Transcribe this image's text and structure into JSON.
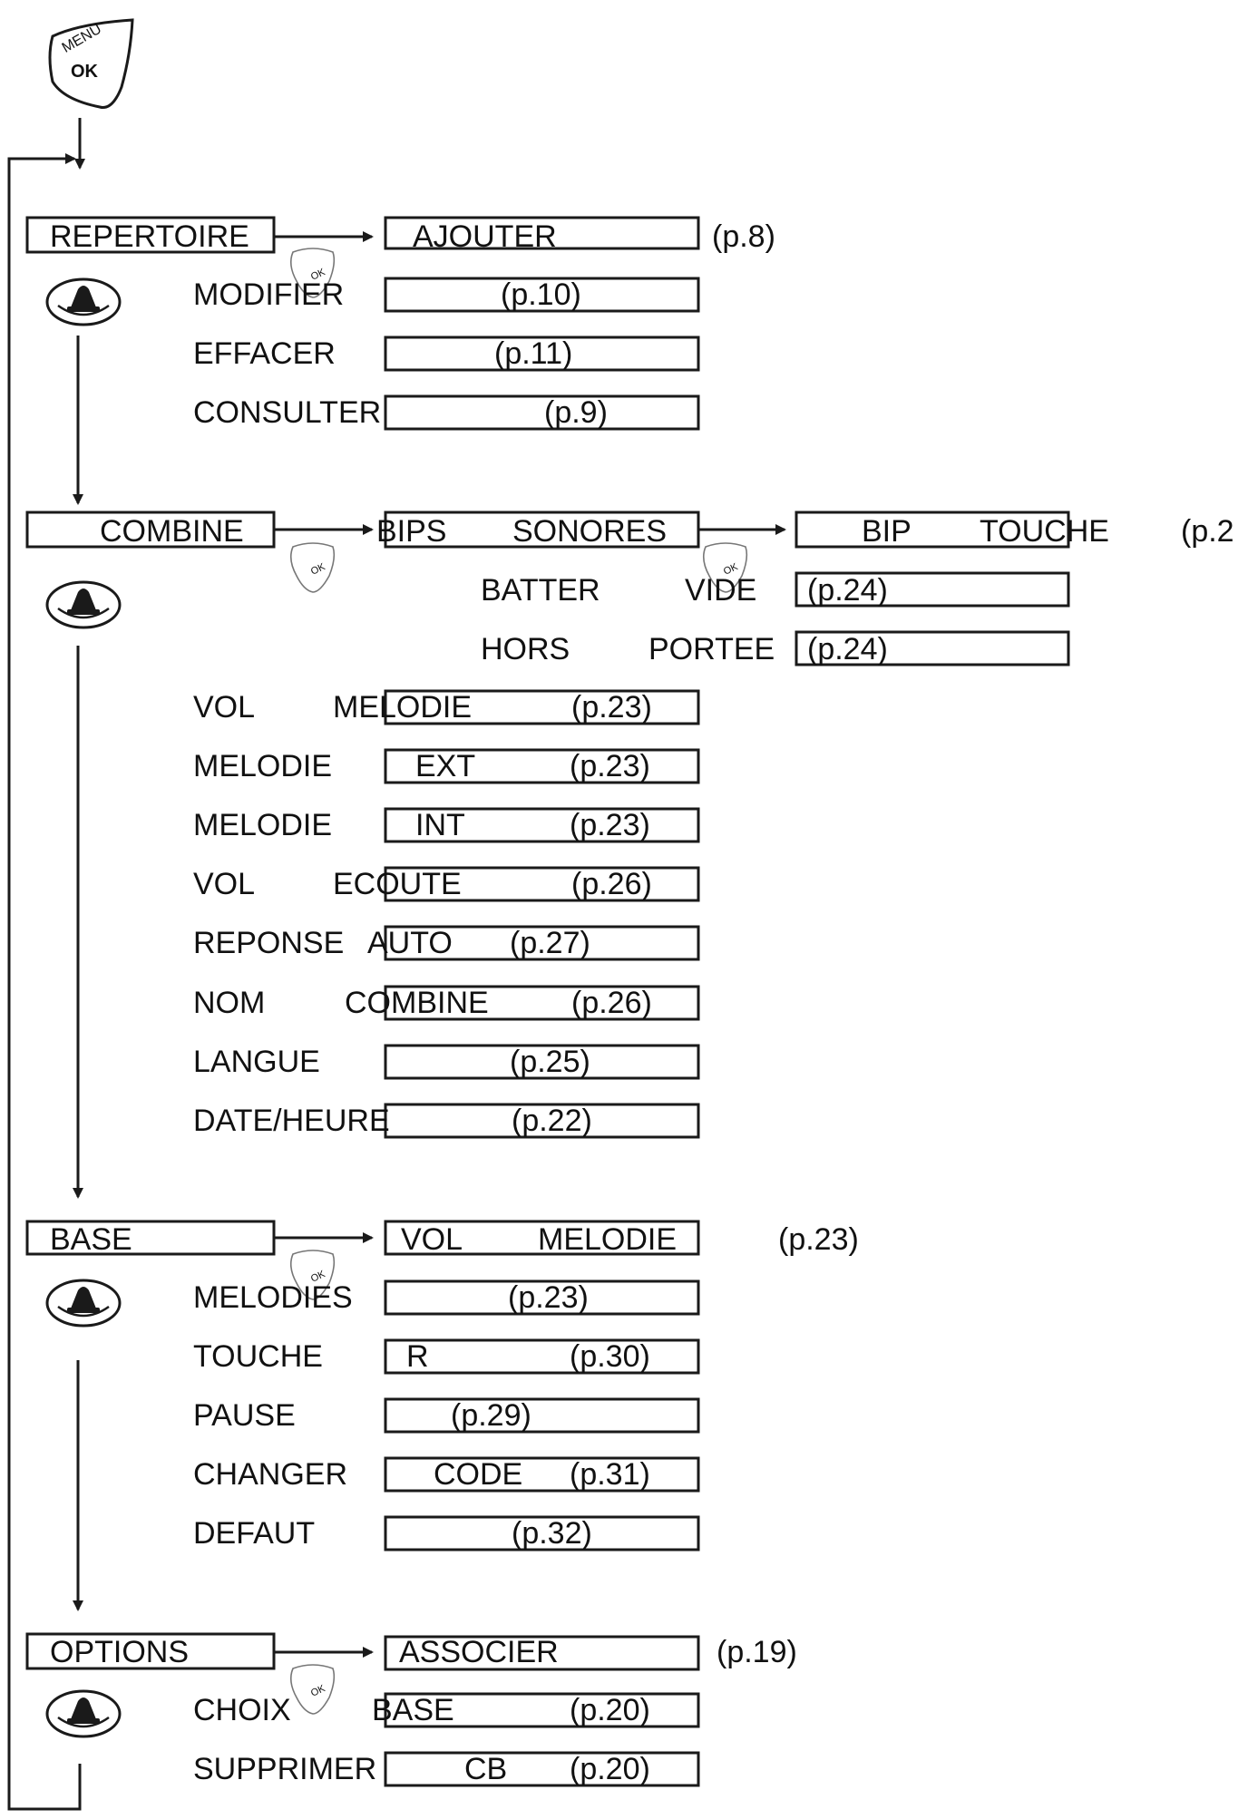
{
  "menu_key": {
    "top_label": "MENU",
    "face_label": "OK"
  },
  "icons": {
    "menu_key": "menu-ok-key-icon",
    "scroll_key": "scroll-key-icon",
    "arrow": "arrow-head-icon"
  },
  "colors": {
    "ink": "#1a1a1a",
    "background": "#ffffff"
  },
  "sections": [
    {
      "id": "repertoire",
      "label": "REPERTOIRE",
      "first_item": {
        "box_text": "AJOUTER",
        "page": "(p.8)"
      },
      "items": [
        {
          "label": "MODIFIER",
          "box_text": "",
          "page": "(p.10)"
        },
        {
          "label": "EFFACER",
          "box_text": "",
          "page": "(p.11)"
        },
        {
          "label": "CONSULTER",
          "box_text": "",
          "page": "(p.9)"
        }
      ]
    },
    {
      "id": "combine",
      "label": "COMBINE",
      "first_item": {
        "box_text_a": "BIPS",
        "box_text_b": "SONORES"
      },
      "sub_first": {
        "label_a": "BIP",
        "label_b": "TOUCHE",
        "page": "(p.2"
      },
      "sub_items": [
        {
          "label_a": "BATTER",
          "label_b": "VIDE",
          "page": "(p.24)"
        },
        {
          "label_a": "HORS",
          "label_b": "PORTEE",
          "page": "(p.24)"
        }
      ],
      "items": [
        {
          "label": "VOL",
          "box_text": "MELODIE",
          "page": "(p.23)"
        },
        {
          "label": "MELODIE",
          "box_text": "EXT",
          "page": "(p.23)"
        },
        {
          "label": "MELODIE",
          "box_text": "INT",
          "page": "(p.23)"
        },
        {
          "label": "VOL",
          "box_text": "ECOUTE",
          "page": "(p.26)"
        },
        {
          "label": "REPONSE",
          "box_text": "AUTO",
          "page": "(p.27)"
        },
        {
          "label": "NOM",
          "box_text": "COMBINE",
          "page": "(p.26)"
        },
        {
          "label": "LANGUE",
          "box_text": "",
          "page": "(p.25)"
        },
        {
          "label": "DATE/HEURE",
          "box_text": "",
          "page": "(p.22)"
        }
      ]
    },
    {
      "id": "base",
      "label": "BASE",
      "first_item": {
        "box_text_a": "VOL",
        "box_text_b": "MELODIE",
        "page": "(p.23)"
      },
      "items": [
        {
          "label": "MELODIES",
          "box_text": "",
          "page": "(p.23)"
        },
        {
          "label": "TOUCHE",
          "box_text": "R",
          "page": "(p.30)"
        },
        {
          "label": "PAUSE",
          "box_text": "",
          "page": "(p.29)"
        },
        {
          "label": "CHANGER",
          "box_text": "CODE",
          "page": "(p.31)"
        },
        {
          "label": "DEFAUT",
          "box_text": "",
          "page": "(p.32)"
        }
      ]
    },
    {
      "id": "options",
      "label": "OPTIONS",
      "first_item": {
        "box_text": "ASSOCIER",
        "page": "(p.19)"
      },
      "items": [
        {
          "label": "CHOIX",
          "box_text": "BASE",
          "page": "(p.20)"
        },
        {
          "label": "SUPPRIMER",
          "box_text": "CB",
          "page": "(p.20)"
        }
      ]
    }
  ]
}
